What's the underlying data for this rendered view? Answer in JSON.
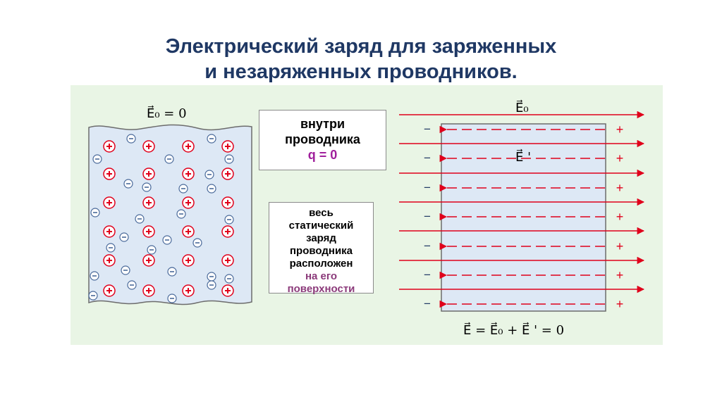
{
  "title": {
    "line1": "Электрический заряд для заряженных",
    "line2": "и незаряженных проводников."
  },
  "left_label": "E⃗₀ = 0",
  "center_top_box": {
    "line1": "внутри",
    "line2": "проводника",
    "line3": "q = 0"
  },
  "center_bottom_box": {
    "line1": "весь",
    "line2": "статический",
    "line3": "заряд",
    "line4": "проводника",
    "line5": "расположен",
    "line6": "на его",
    "line7": "поверхности"
  },
  "right_field_label": "E⃗₀",
  "right_induced_label": "E⃗ '",
  "right_formula": "E⃗ = E⃗₀ + E⃗ ' = 0",
  "signs": {
    "plus": "+",
    "minus": "−"
  },
  "colors": {
    "title": "#1f3864",
    "panel_bg": "#e9f5e5",
    "conductor_fill": "#dde8f5",
    "field_lines": "#e0001b",
    "charge_plus": "#e0001b",
    "charge_minus": "#4a6a9a",
    "emphasis": "#a0209c"
  }
}
